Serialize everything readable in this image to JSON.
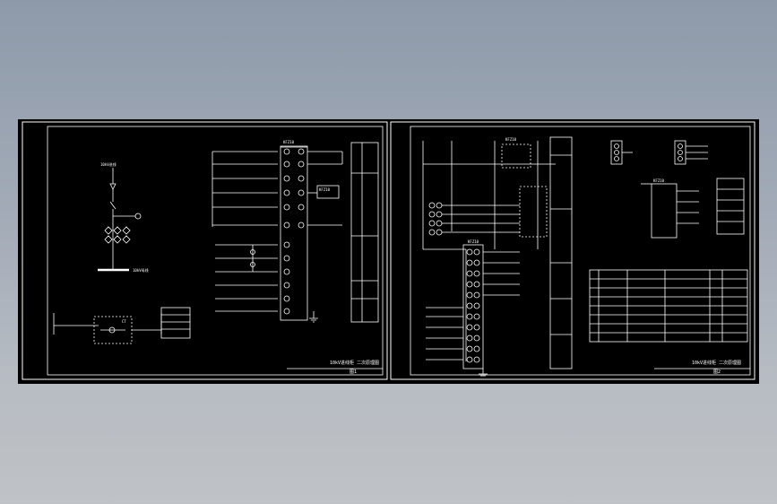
{
  "sheets": [
    {
      "title_block_text": "10kV进线柜 二次原理图",
      "sheet_number": "图1",
      "busbar_label": "10kV母线",
      "bus_tag": "10kV进线",
      "relay_tag": "KFZ10",
      "ct_tag": "CT"
    },
    {
      "title_block_text": "10kV进线柜 二次原理图",
      "sheet_number": "图2",
      "relay_tag": "KFZ10",
      "tag_a": "KFZ10",
      "tag_b": "KFZ10"
    }
  ],
  "icons": {
    "bus": "busbar-symbol",
    "breaker": "breaker-symbol",
    "relay": "relay-coil-symbol",
    "terminal": "terminal-circle-symbol",
    "ground": "ground-symbol"
  },
  "colors": {
    "background_top": "#8e9aaa",
    "background_bottom": "#bfc2c6",
    "sheet": "#000000",
    "line": "#ffffff"
  }
}
